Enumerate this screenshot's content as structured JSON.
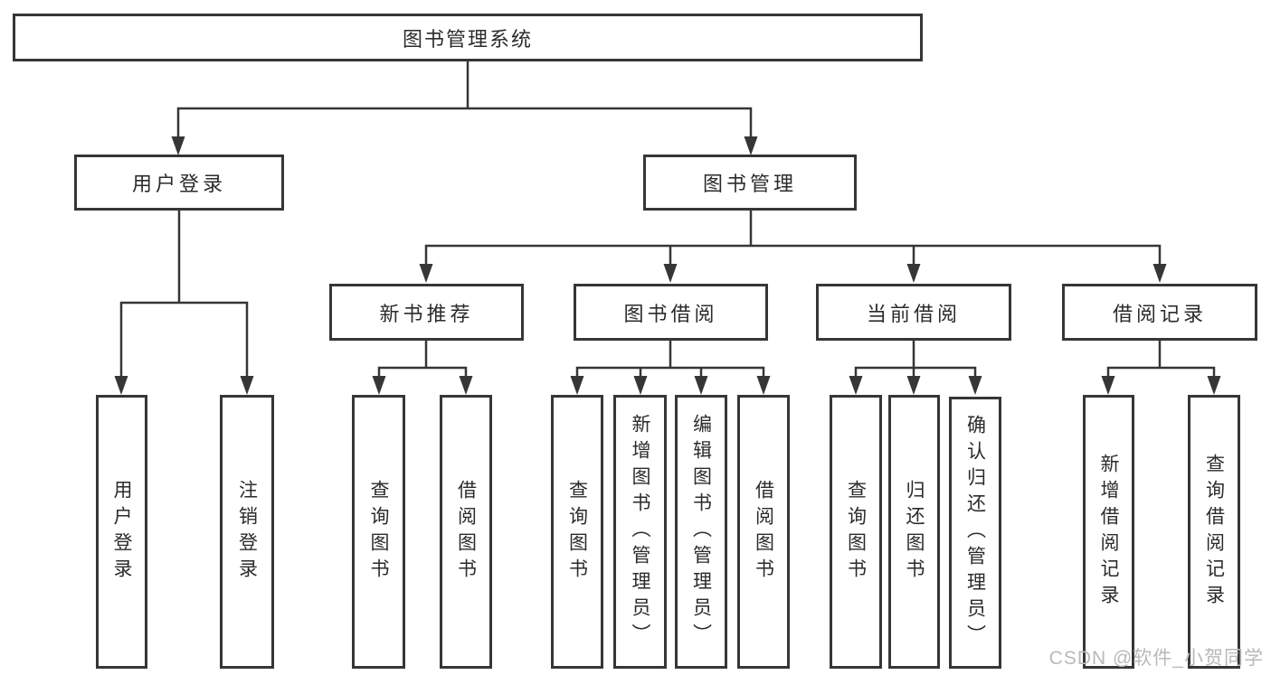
{
  "diagram": {
    "type": "hierarchy-tree",
    "root": {
      "label": "图书管理系统"
    },
    "branches": [
      {
        "label": "用户登录",
        "children": [
          {
            "label": "用户登录"
          },
          {
            "label": "注销登录"
          }
        ]
      },
      {
        "label": "图书管理",
        "children": [
          {
            "label": "新书推荐",
            "children": [
              {
                "label": "查询图书"
              },
              {
                "label": "借阅图书"
              }
            ]
          },
          {
            "label": "图书借阅",
            "children": [
              {
                "label": "查询图书"
              },
              {
                "label": "新增图书（管理员）"
              },
              {
                "label": "编辑图书（管理员）"
              },
              {
                "label": "借阅图书"
              }
            ]
          },
          {
            "label": "当前借阅",
            "children": [
              {
                "label": "查询图书"
              },
              {
                "label": "归还图书"
              },
              {
                "label": "确认归还（管理员）"
              }
            ]
          },
          {
            "label": "借阅记录",
            "children": [
              {
                "label": "新增借阅记录"
              },
              {
                "label": "查询借阅记录"
              }
            ]
          }
        ]
      }
    ]
  },
  "watermark": {
    "text": "CSDN @软件_小贺同学"
  },
  "colors": {
    "line": "#363636",
    "box_border": "#363636",
    "text": "#2b2b2b",
    "watermark": "#b9b9b9",
    "background": "#ffffff"
  }
}
